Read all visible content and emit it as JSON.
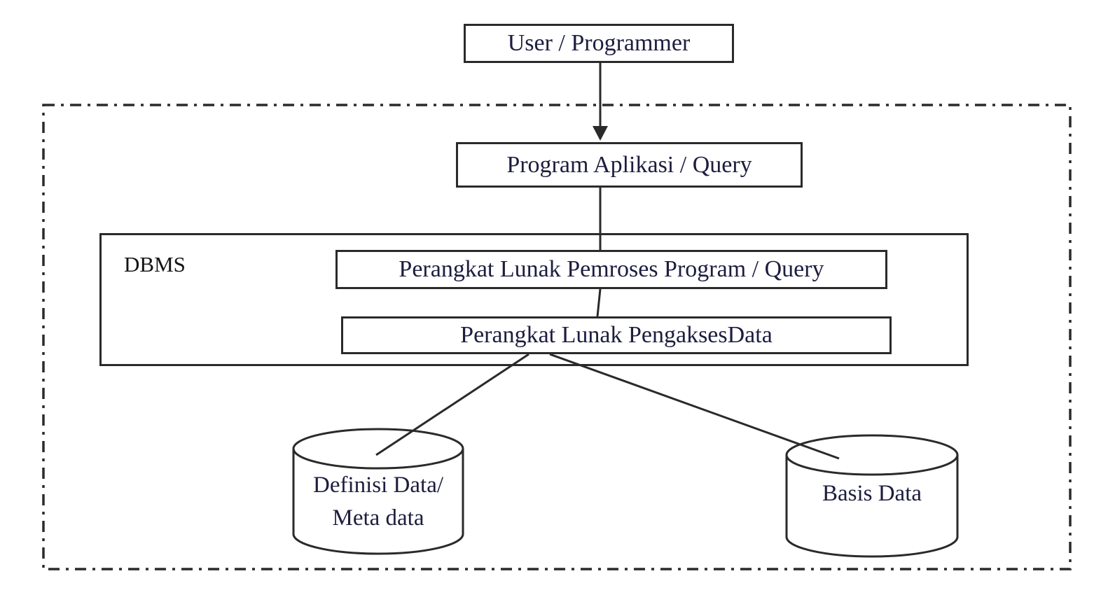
{
  "diagram": {
    "kind": "dbms-architecture",
    "nodes": {
      "user": {
        "label": "User / Programmer"
      },
      "program": {
        "label": "Program Aplikasi / Query"
      },
      "dbms": {
        "label": "DBMS"
      },
      "query_processor": {
        "label": "Perangkat Lunak Pemroses Program / Query"
      },
      "data_access": {
        "label": "Perangkat Lunak PengaksesData"
      },
      "metadata_store": {
        "line1": "Definisi Data/",
        "line2": "Meta data"
      },
      "database_store": {
        "label": "Basis Data"
      }
    },
    "edges": [
      {
        "from": "user",
        "to": "program",
        "type": "arrow"
      },
      {
        "from": "program",
        "to": "query_processor",
        "type": "line"
      },
      {
        "from": "query_processor",
        "to": "data_access",
        "type": "line"
      },
      {
        "from": "data_access",
        "to": "metadata_store",
        "type": "line"
      },
      {
        "from": "data_access",
        "to": "database_store",
        "type": "line"
      }
    ],
    "colors": {
      "line": "#2a2a2a",
      "text": "#1d1d3f",
      "background": "#ffffff"
    }
  }
}
